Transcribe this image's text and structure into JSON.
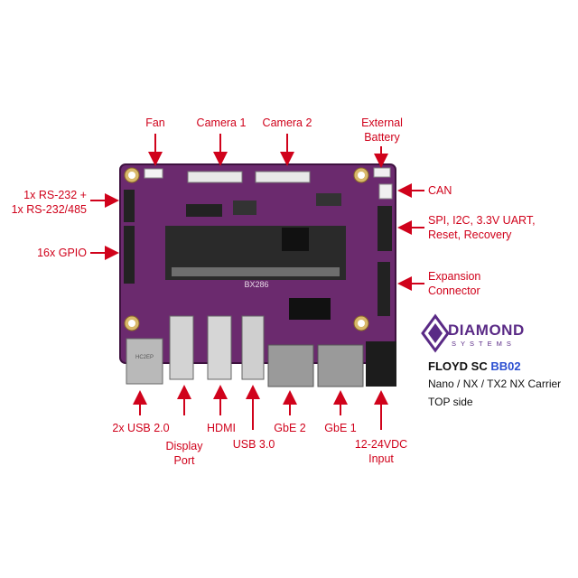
{
  "labels": {
    "fan": [
      "Fan"
    ],
    "camera1": [
      "Camera 1"
    ],
    "camera2": [
      "Camera 2"
    ],
    "external_battery": [
      "External",
      "Battery"
    ],
    "rs232": [
      "1x RS-232 +",
      "1x RS-232/485"
    ],
    "gpio": [
      "16x GPIO"
    ],
    "can": [
      "CAN"
    ],
    "spi": [
      "SPI, I2C, 3.3V UART,",
      "Reset, Recovery"
    ],
    "expansion": [
      "Expansion",
      "Connector"
    ],
    "usb20": [
      "2x USB 2.0"
    ],
    "display_port": [
      "Display",
      "Port"
    ],
    "hdmi": [
      "HDMI"
    ],
    "usb30": [
      "USB 3.0"
    ],
    "gbe2": [
      "GbE 2"
    ],
    "gbe1": [
      "GbE 1"
    ],
    "power": [
      "12-24VDC",
      "Input"
    ]
  },
  "board": {
    "silkscreen": "BX286",
    "usb_label": "HC2EP"
  },
  "brand": {
    "name": "DIAMOND",
    "sub": "SYSTEMS",
    "product_prefix": "FLOYD SC ",
    "product_model": "BB02",
    "line1": "Nano / NX / TX2 NX Carrier",
    "line2": "TOP side"
  },
  "colors": {
    "label_red": "#d0021b",
    "board_purple": "#6b2a6e",
    "brand_purple": "#5a2a86",
    "model_blue": "#2b4fd1"
  }
}
